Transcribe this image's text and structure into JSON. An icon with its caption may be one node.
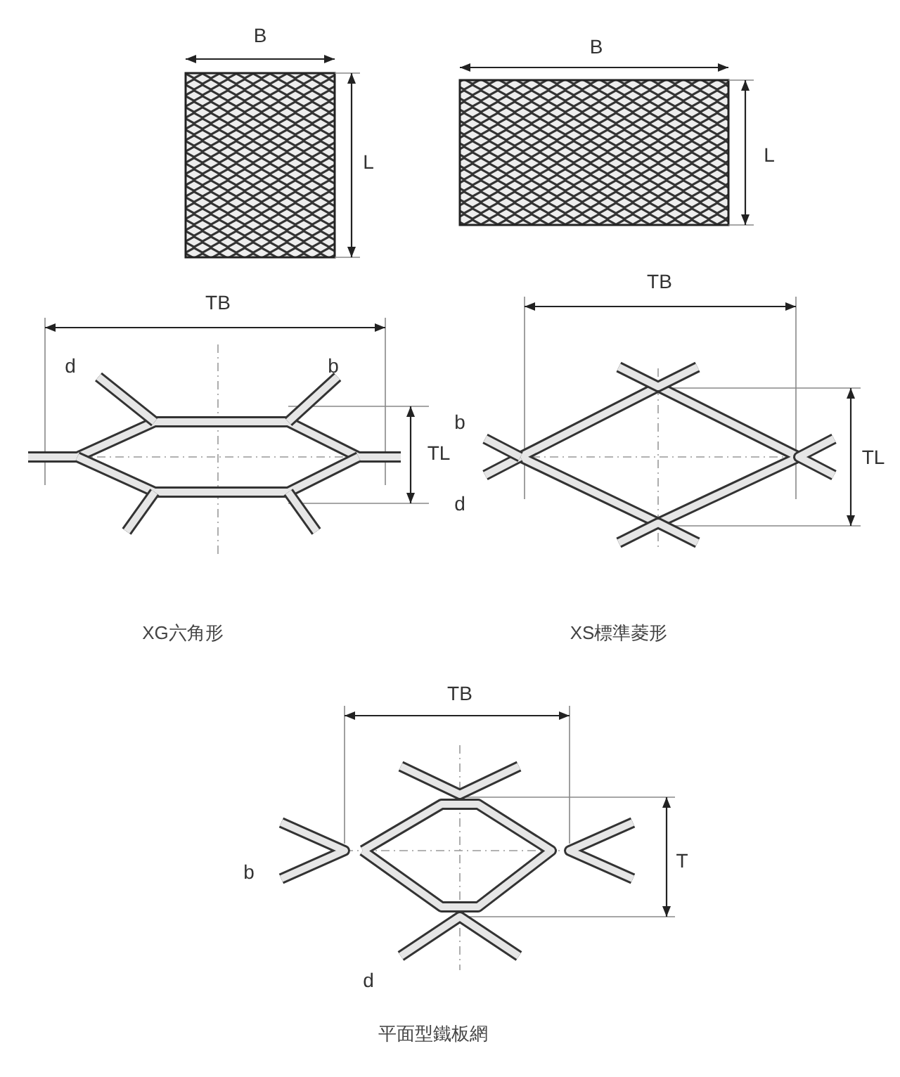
{
  "diagram": {
    "labels": [
      "B",
      "L",
      "B",
      "L",
      "TB",
      "d",
      "b",
      "TL",
      "TB",
      "b",
      "d",
      "TL",
      "XG六角形",
      "XS標準菱形",
      "TB",
      "T",
      "b",
      "d",
      "平面型鐵板網"
    ]
  }
}
